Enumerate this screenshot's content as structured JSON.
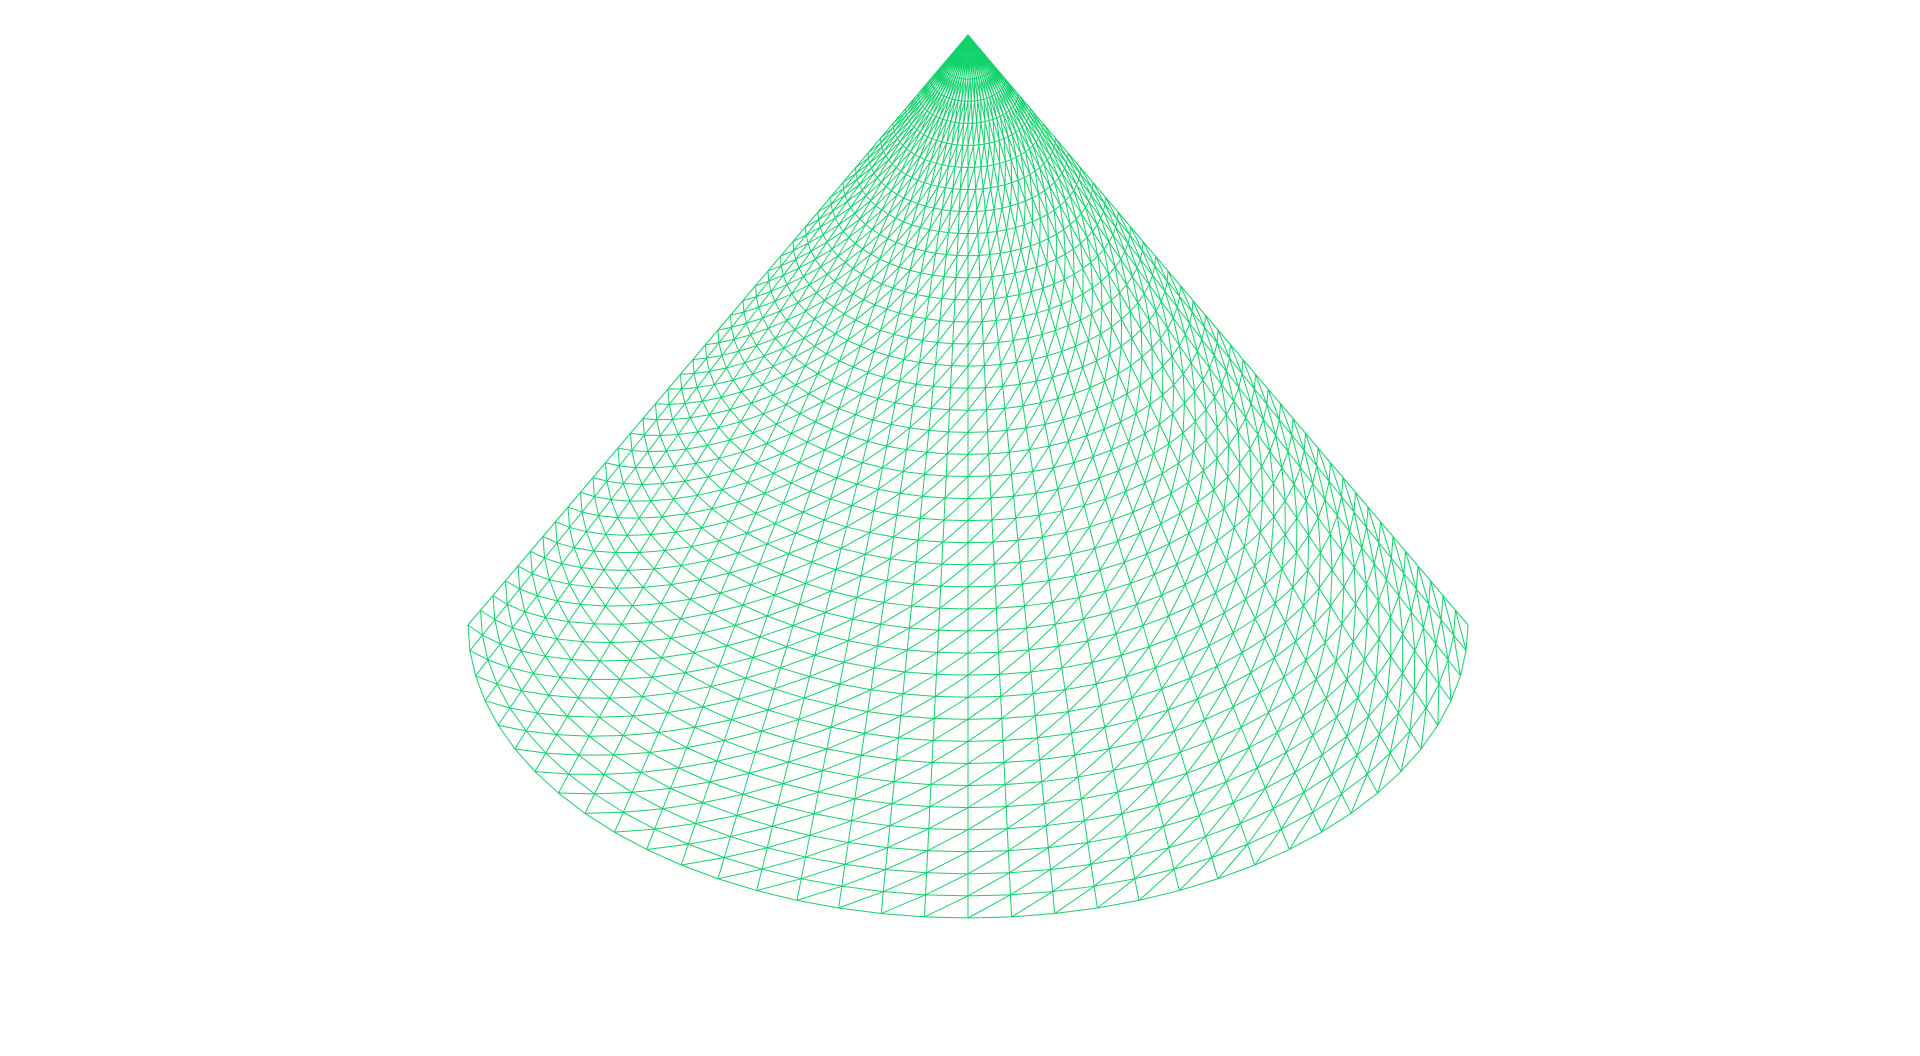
{
  "scene": {
    "background_color": "#ffffff",
    "mesh": {
      "shape": "cone",
      "render_mode": "wireframe",
      "primitive": "triangles",
      "color": "#12d36b",
      "radial_segments": 72,
      "height_segments": 40
    }
  }
}
